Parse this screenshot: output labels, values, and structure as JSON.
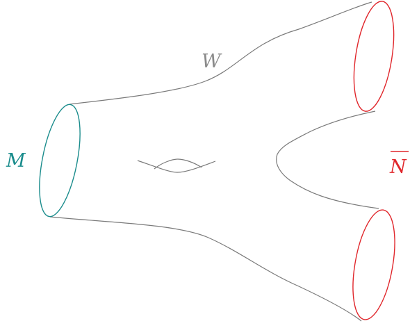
{
  "diagram": {
    "labels": {
      "m": "M",
      "w": "W",
      "n_bar": "N"
    },
    "colors": {
      "m_boundary": "#1a8c8c",
      "n_boundary": "#e0262b",
      "surface": "#7a7a7a",
      "w_label": "#8a8a8a"
    }
  }
}
